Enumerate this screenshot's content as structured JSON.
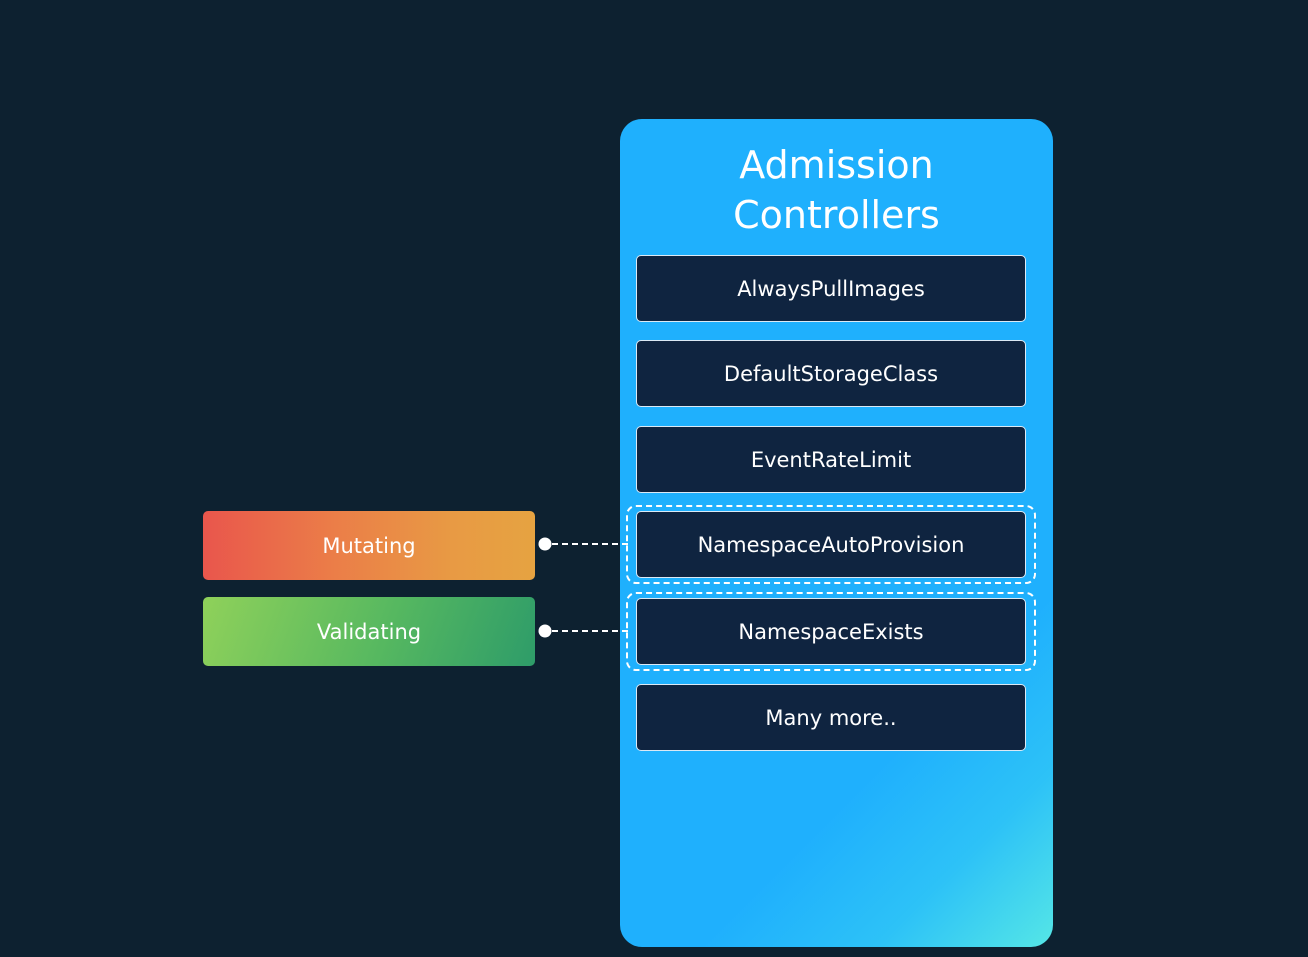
{
  "title": "Admission\nControllers",
  "controllers": [
    "AlwaysPullImages",
    "DefaultStorageClass",
    "EventRateLimit",
    "NamespaceAutoProvision",
    "NamespaceExists",
    "Many more.."
  ],
  "types": {
    "mutating": "Mutating",
    "validating": "Validating"
  },
  "colors": {
    "background": "#0d2130",
    "panel": "#1fb0fd",
    "controller_box": "#0f2440",
    "mutating_start": "#e9564c",
    "mutating_end": "#e6a341",
    "validating_start": "#8fd15a",
    "validating_end": "#2e9c69"
  }
}
